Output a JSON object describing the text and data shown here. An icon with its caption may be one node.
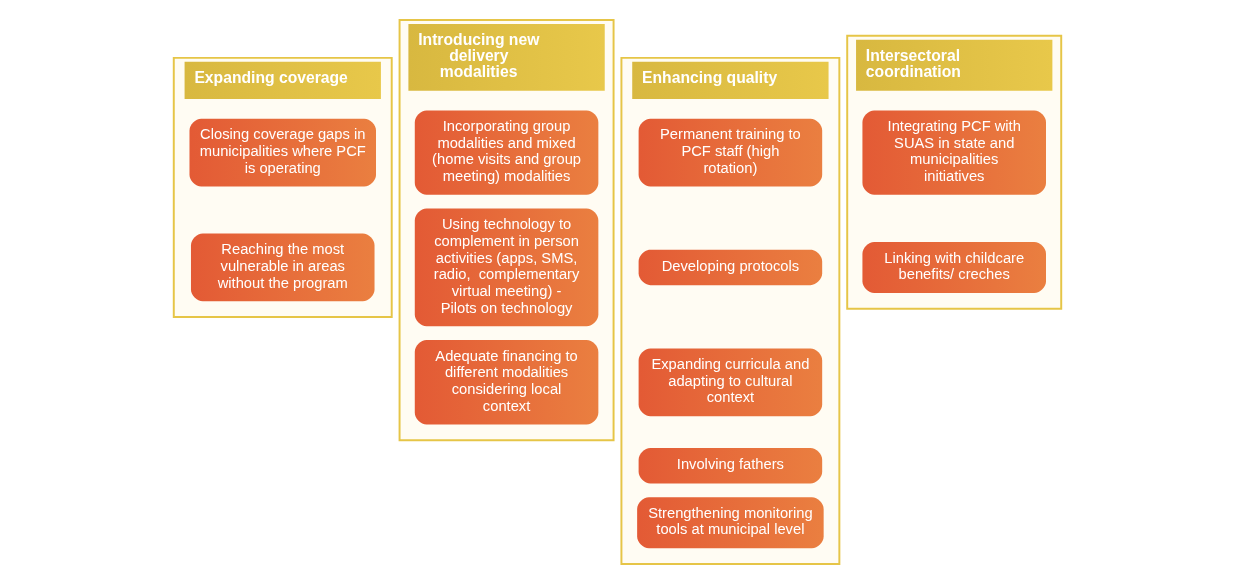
{
  "diagram": {
    "nodes": [
      {
        "text": [
          "Expanding coverage"
        ]
      },
      {
        "text": [
          "Closing coverage gaps in municipalities where PCF is operating"
        ],
        "in": 0
      },
      {
        "text": [
          "Reaching the most vulnerable in areas without the program"
        ],
        "in": 0
      },
      {
        "text": [
          "Introducing new delivery modalities"
        ]
      },
      {
        "text": [
          "Incorporating group modalities and mixed (home visits and group meeting) modalities"
        ],
        "in": 3
      },
      {
        "text": [
          "Using technology to complement in person activities (apps, SMS, radio,  complementary virtual meeting) - Pilots on technology"
        ],
        "in": 3
      },
      {
        "text": [
          "Adequate financing to different modalities considering local context"
        ],
        "in": 3
      },
      {
        "text": [
          "Enhancing quality"
        ]
      },
      {
        "text": [
          "Permanent training to PCF staff (high rotation)"
        ],
        "in": 7
      },
      {
        "text": [
          "Developing protocols"
        ],
        "in": 7
      },
      {
        "text": [
          "Expanding curricula and adapting to cultural context"
        ],
        "in": 7
      },
      {
        "text": [
          "Involving fathers"
        ],
        "in": 7
      },
      {
        "text": [
          "Strengthening monitoring tools at municipal level"
        ],
        "in": 7
      },
      {
        "text": [
          "Intersectoral coordination"
        ]
      },
      {
        "text": [
          "Integrating PCF with SUAS in state and municipalities initiatives"
        ],
        "in": 13
      },
      {
        "text": [
          "Linking with childcare benefits/ creches"
        ],
        "in": 13
      }
    ],
    "edges": []
  }
}
